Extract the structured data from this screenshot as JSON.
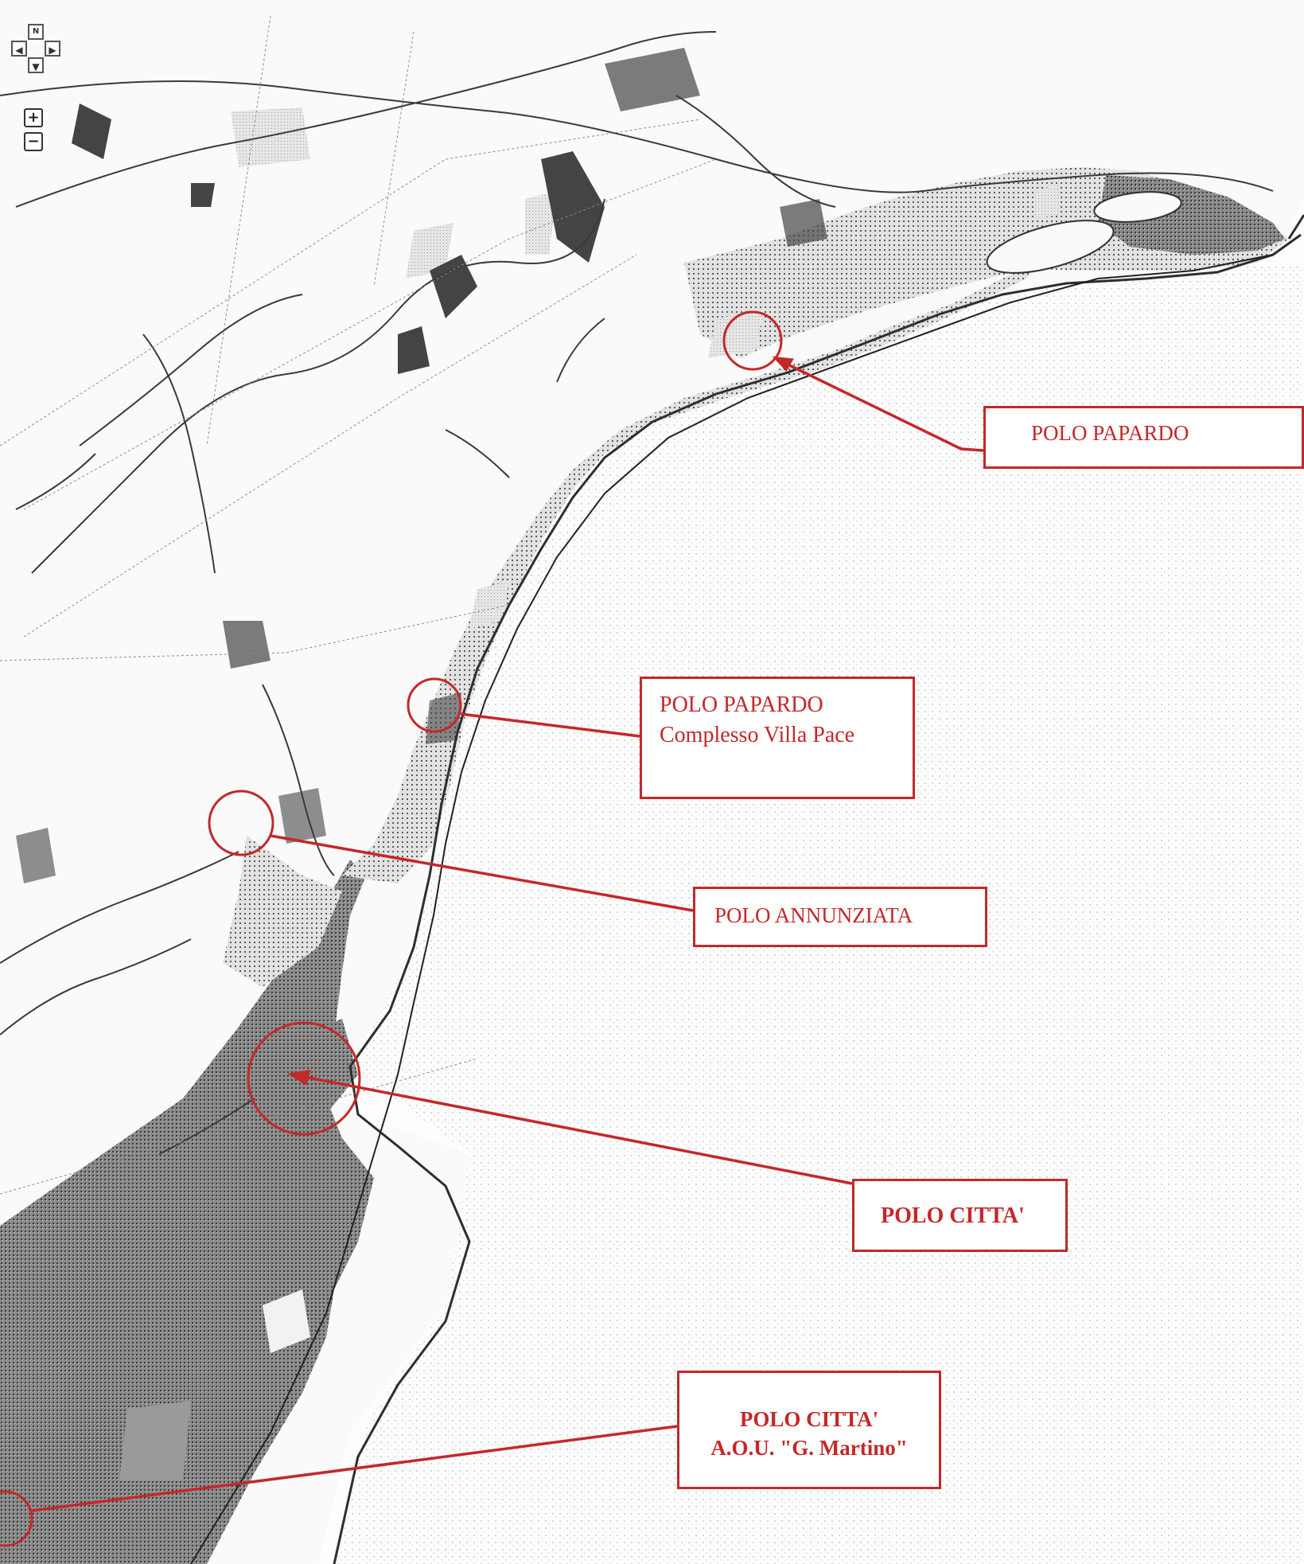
{
  "map": {
    "controls": {
      "pan_north": "N",
      "pan_west": "◀",
      "pan_east": "▶",
      "pan_south": "▼",
      "zoom_in": "+",
      "zoom_out": "−"
    },
    "colors": {
      "annotation": "#c4282a",
      "urban": "#6a6a6a",
      "road": "#3a3a3a",
      "coast": "#2e2e2e",
      "sea_stipple": "#c9c9c9"
    },
    "labels": [
      {
        "id": "papardo",
        "lines": [
          "POLO PAPARDO"
        ]
      },
      {
        "id": "villa",
        "lines": [
          "POLO PAPARDO",
          "Complesso Villa Pace"
        ]
      },
      {
        "id": "annunziata",
        "lines": [
          "POLO ANNUNZIATA"
        ]
      },
      {
        "id": "citta",
        "lines": [
          "POLO CITTA'"
        ]
      },
      {
        "id": "martino",
        "lines": [
          "POLO CITTA'",
          "A.O.U. \"G. Martino\""
        ]
      }
    ]
  }
}
